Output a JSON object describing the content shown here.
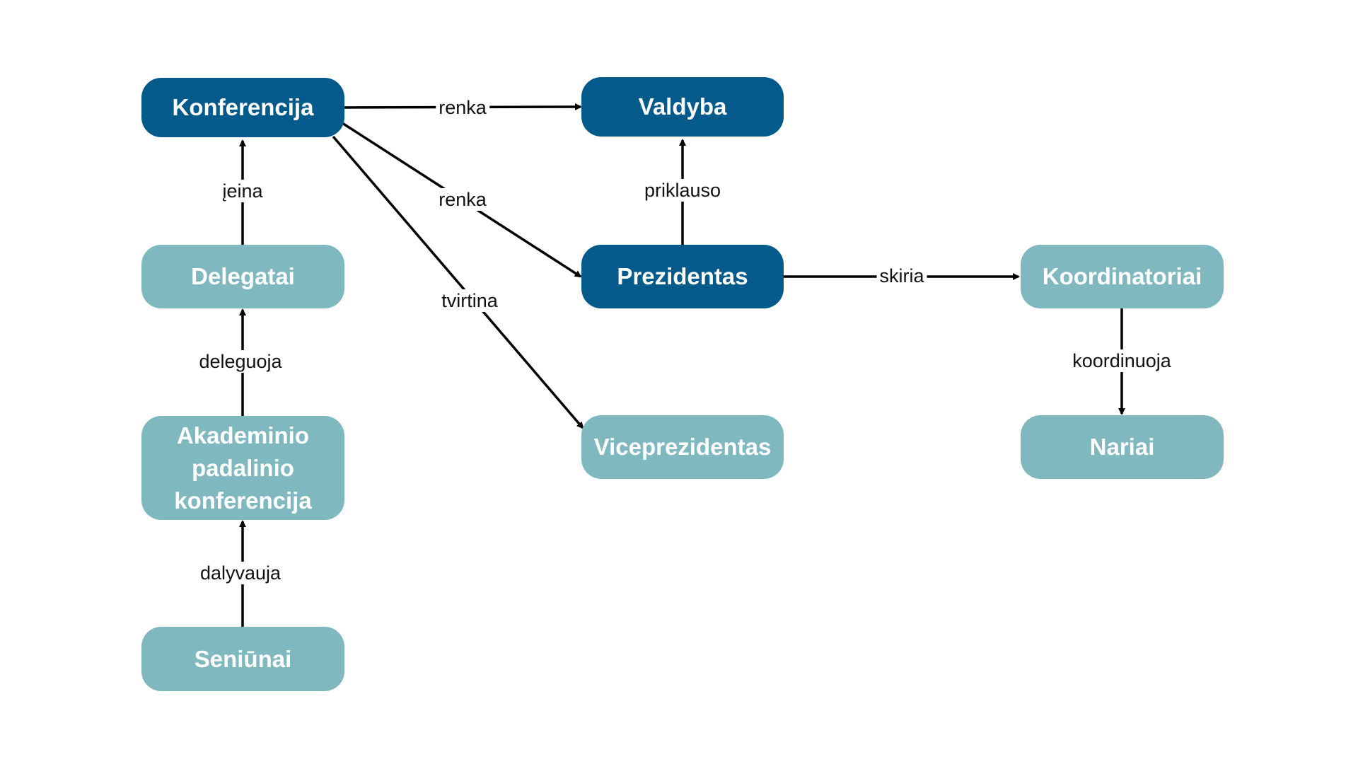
{
  "colors": {
    "primary_node": "#055a8c",
    "secondary_node": "#80b8bf",
    "edge": "#000000"
  },
  "nodes": {
    "konferencija": "Konferencija",
    "valdyba": "Valdyba",
    "delegatai": "Delegatai",
    "prezidentas": "Prezidentas",
    "koordinatoriai": "Koordinatoriai",
    "akademinio": "Akademinio\npadalinio\nkonferencija",
    "viceprezidentas": "Viceprezidentas",
    "nariai": "Nariai",
    "seniunai": "Seniūnai"
  },
  "edges": {
    "konf_valdyba": "renka",
    "konf_prezidentas": "renka",
    "konf_viceprezidentas": "tvirtina",
    "delegatai_konf": "įeina",
    "prezidentas_valdyba": "priklauso",
    "prezidentas_koordinatoriai": "skiria",
    "akademinio_delegatai": "deleguoja",
    "koordinatoriai_nariai": "koordinuoja",
    "seniunai_akademinio": "dalyvauja"
  }
}
